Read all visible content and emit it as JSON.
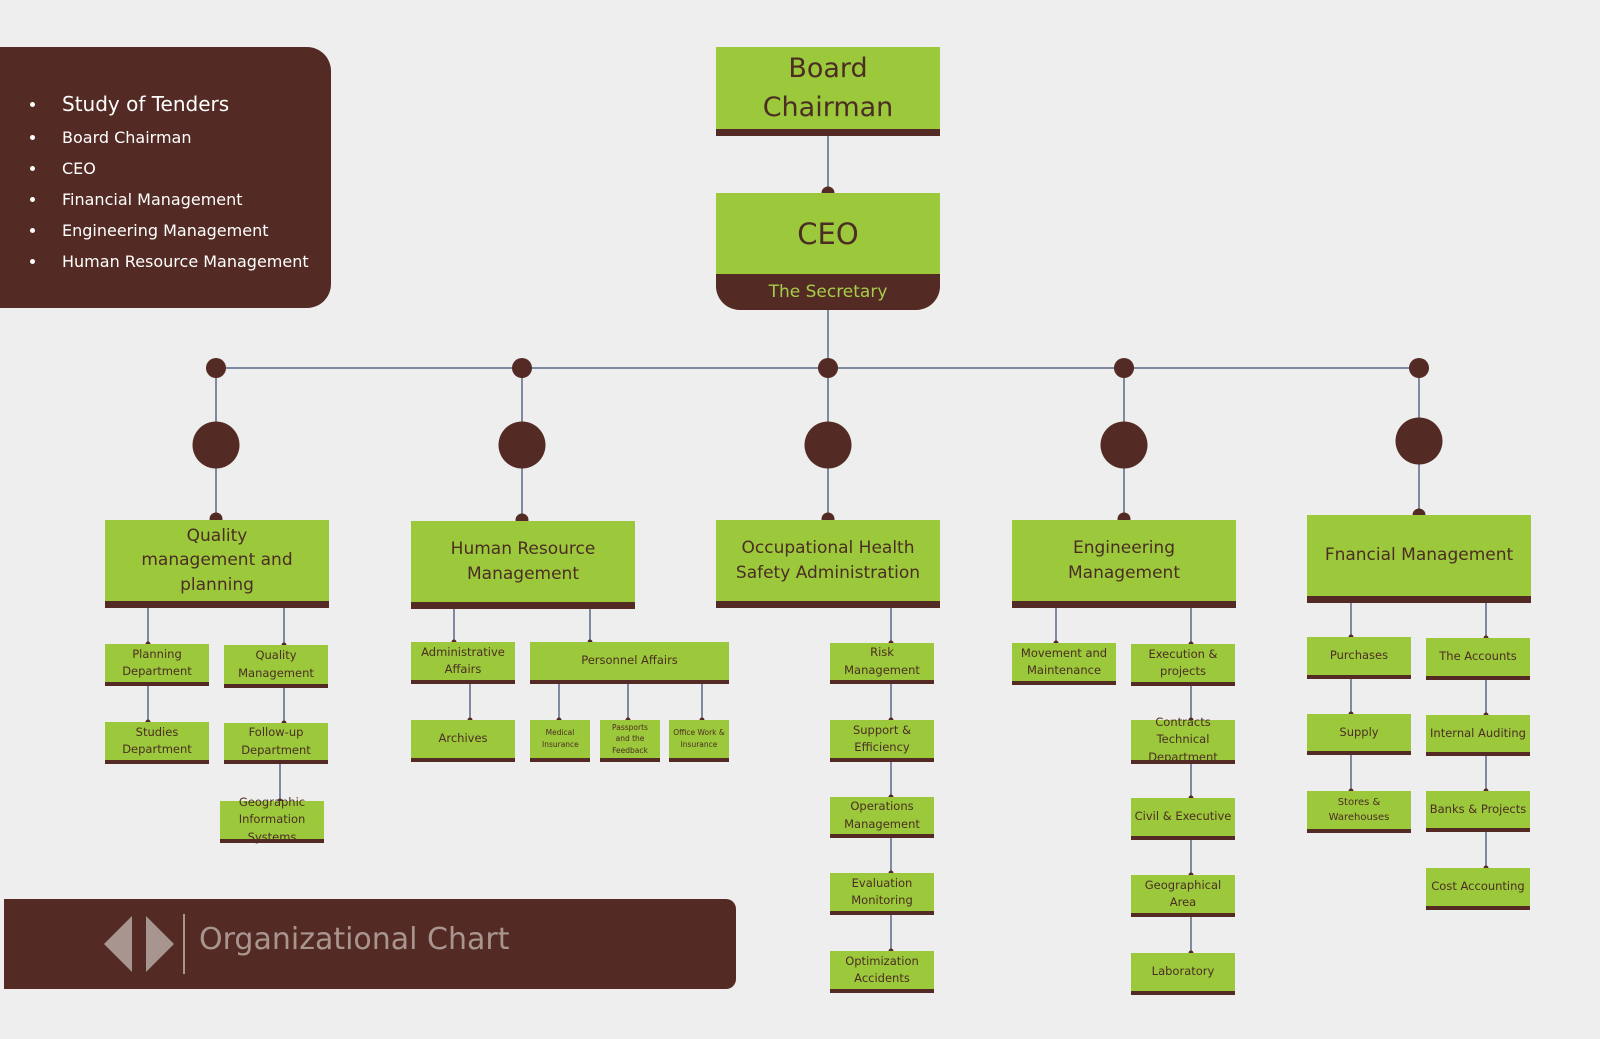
{
  "legend": {
    "heading": "Study of Tenders",
    "items": [
      "Board Chairman",
      "CEO",
      "Financial Management",
      "Engineering Management",
      "Human Resource Management"
    ]
  },
  "top": {
    "chairman": "Board Chairman",
    "ceo": "CEO",
    "secretary": "The Secretary"
  },
  "departments": [
    {
      "title": "Quality management and planning"
    },
    {
      "title": "Human Resource Management"
    },
    {
      "title": "Occupational Health Safety Administration"
    },
    {
      "title": "Engineering Management"
    },
    {
      "title": "Fnancial Management"
    }
  ],
  "units": {
    "quality": [
      "Planning Department",
      "Studies Department",
      "Quality Management",
      "Follow-up Department",
      "Geographic Information Systems"
    ],
    "hr": [
      "Administrative Affairs",
      "Archives",
      "Personnel Affairs",
      "Medical Insurance",
      "Passports and the Feedback",
      "Office Work & Insurance"
    ],
    "ohs": [
      "Risk Management",
      "Support & Efficiency",
      "Operations Management",
      "Evaluation Monitoring",
      "Optimization Accidents"
    ],
    "eng": [
      "Movement and Maintenance",
      "Execution & projects",
      "Contracts Technical Department",
      "Civil & Executive",
      "Geographical Area",
      "Laboratory"
    ],
    "fin": [
      "Purchases",
      "Supply",
      "Stores & Warehouses",
      "The Accounts",
      "Internal Auditing",
      "Banks & Projects",
      "Cost Accounting"
    ]
  },
  "footer": {
    "title": "Organizational Chart"
  },
  "colors": {
    "background": "#eeeeee",
    "box": "#9cc83c",
    "dark": "#532b24",
    "line": "#7f8aa0"
  }
}
